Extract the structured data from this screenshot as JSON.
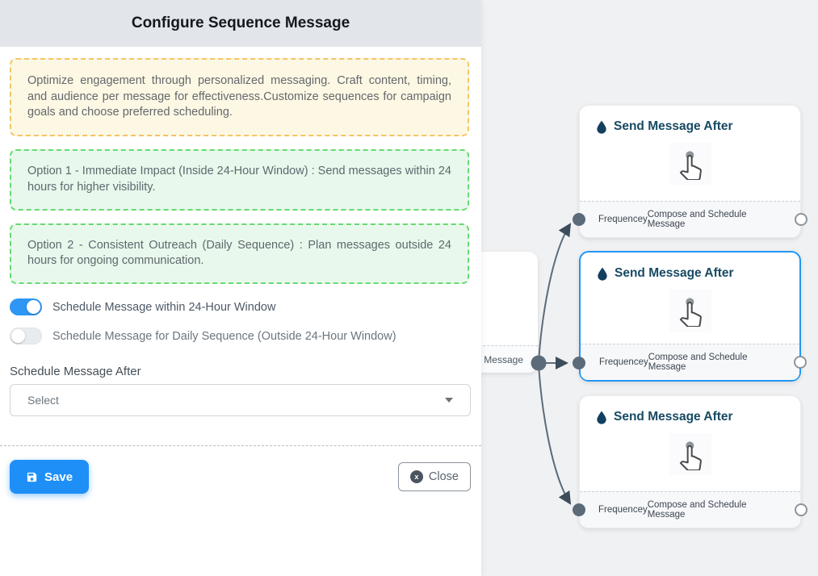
{
  "panel": {
    "title": "Configure Sequence Message",
    "description": "Optimize engagement through personalized messaging. Craft content, timing, and audience per message for effectiveness.Customize sequences for campaign goals and choose preferred scheduling.",
    "option1": "Option 1 - Immediate Impact (Inside 24-Hour Window) : Send messages within 24 hours for higher visibility.",
    "option2": "Option 2 - Consistent Outreach (Daily Sequence) : Plan messages outside 24 hours for ongoing communication.",
    "toggles": [
      {
        "label": "Schedule Message within 24-Hour Window",
        "state": "on"
      },
      {
        "label": "Schedule Message for Daily Sequence (Outside 24-Hour Window)",
        "state": "off"
      }
    ],
    "schedule_after": {
      "label": "Schedule Message After",
      "value": "Select"
    },
    "buttons": {
      "save": "Save",
      "close": "Close",
      "close_icon": "x"
    }
  },
  "flow": {
    "partial_node_footer": "ce Message",
    "nodes": [
      {
        "title": "Send Message After",
        "footer_left": "Frequencey",
        "footer_right": "Compose and Schedule Message",
        "selected": false
      },
      {
        "title": "Send Message After",
        "footer_left": "Frequencey",
        "footer_right": "Compose and Schedule Message",
        "selected": true
      },
      {
        "title": "Send Message After",
        "footer_left": "Frequencey",
        "footer_right": "Compose and Schedule Message",
        "selected": false
      }
    ]
  },
  "colors": {
    "accent_blue": "#2196f3",
    "save_button": "#1e8ff7",
    "toggle_on": "#2e96f4",
    "info_border": "#f5c465",
    "info_bg": "#fdf8e4",
    "option_border": "#66da72",
    "option_bg": "#e9f8ec",
    "node_title": "#174a63",
    "edge_gray": "#5c6b7a",
    "canvas_bg": "#f0f1f3",
    "panel_header_bg": "#e2e5e9"
  }
}
